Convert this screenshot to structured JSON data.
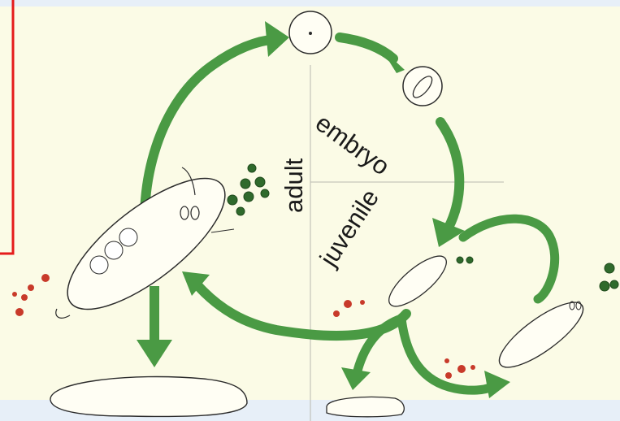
{
  "labels": {
    "adult": "adult",
    "embryo": "embryo",
    "juvenile": "juvenile"
  },
  "colors": {
    "background": "#fbfbe6",
    "arrow": "#4a9a44",
    "arrow_dark": "#2f7a30",
    "frame_red": "#e51b1b",
    "dot_green": "#2f6a2c",
    "dot_red": "#c83a2a",
    "outline": "#2b2b2b",
    "edge_blue": "#e7eff8"
  }
}
